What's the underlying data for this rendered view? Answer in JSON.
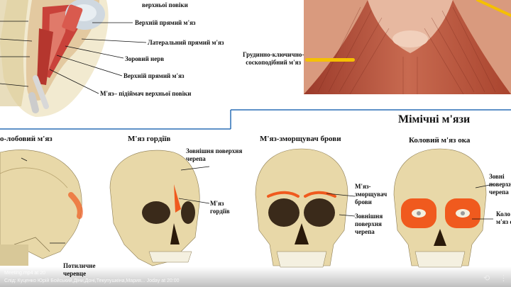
{
  "top_left_panel": {
    "labels": {
      "eyelid_cut": "верхньої повіки",
      "superior_rectus_1": "Верхній прямий м'яз",
      "lateral_rectus": "Латеральний прямий м'яз",
      "optic_nerve": "Зоровий нерв",
      "superior_rectus_2": "Верхній прямий м'яз",
      "levator": "М'яз– підіймач верхньої повіки"
    }
  },
  "top_right_panel": {
    "label": "Грудинно-ключично-\nсоскоподібний м'яз"
  },
  "section": {
    "title": "Мімічні м'язи"
  },
  "figures": {
    "fig1": {
      "title": "о-лобовий м'яз",
      "label_occipital": "Потиличне\nчеревце"
    },
    "fig2": {
      "title": "М'яз гордіїв",
      "label_surface": "Зовнішня поверхня\nчерепа",
      "label_muscle": "М'яз\nгордіїв"
    },
    "fig3": {
      "title": "М'яз-зморщувач брови",
      "label_muscle": "М'яз-\nзморщувач\nброви",
      "label_surface": "Зовнішня\nповерхня\nчерепа"
    },
    "fig4": {
      "title": "Коловий м'яз ока",
      "label_surface": "Зовні\nповерхн\nчерепа",
      "label_muscle": "Коло\nм'яз о"
    }
  },
  "footer": {
    "line1": "Meeting.mp4 at 20",
    "line2": "Слід: Куценко Юрій Бойський,Діни,Доні,Текупушкіна,Мария... Joday at 20:00"
  },
  "colors": {
    "muscle_orange": "#f05a1e",
    "highlight_yellow": "#f5c000",
    "divider_blue": "#2a6fb5",
    "bone": "#e8d8a8"
  }
}
